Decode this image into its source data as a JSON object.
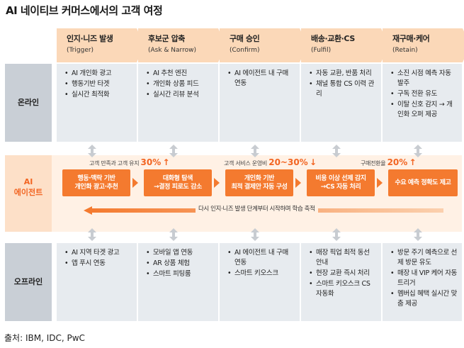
{
  "title": "AI 네이티브 커머스에서의 고객 여정",
  "stages": [
    {
      "title": "인지·니즈 발생",
      "sub": "(Trigger)"
    },
    {
      "title": "후보군 압축",
      "sub": "(Ask & Narrow)"
    },
    {
      "title": "구매 승인",
      "sub": "(Confirm)"
    },
    {
      "title": "배송·교환·CS",
      "sub": "(Fulfil)"
    },
    {
      "title": "재구매·케어",
      "sub": "(Retain)"
    }
  ],
  "rows": {
    "online_label": "온라인",
    "ai_label_line1": "AI",
    "ai_label_line2": "에이전트",
    "offline_label": "오프라인"
  },
  "online": [
    [
      "AI 개인화 광고",
      "행동기반 타겟",
      "실시간 최적화"
    ],
    [
      "AI 추천 엔진",
      "개인화 상품 피드",
      "실시간 리뷰 분석"
    ],
    [
      "AI 에이전트 내 구매 연동"
    ],
    [
      "자동 교환, 반품 처리",
      "채널 통합 CS 이력 관리"
    ],
    [
      "소진 시점 예측 자동 발주",
      "구독 전환 유도",
      "이탈 신호 감지 → 개인화 오퍼 제공"
    ]
  ],
  "offline": [
    [
      "AI 지역 타겟 광고",
      "앱 푸시 연동"
    ],
    [
      "모바일 앱 연동",
      "AR 상품 체험",
      "스마트 피팅룸"
    ],
    [
      "AI 에이전트 내 구매 연동",
      "스마트 키오스크"
    ],
    [
      "매장 픽업 최적 동선 안내",
      "현장 교환 즉시 처리",
      "스마트 키오스크 CS 자동화"
    ],
    [
      "방문 주기 예측으로 선제 방문 유도",
      "매장 내 VIP 케어 자동 트리거",
      "멤버십 혜택 실시간 맞춤 제공"
    ]
  ],
  "metrics": [
    {
      "label": "고객 만족과 고객 유지",
      "value": "30%",
      "dir": "↑"
    },
    {
      "label": "고객 서비스 운영비",
      "value": "20~30%",
      "dir": "↓"
    },
    {
      "label": "구매전환율",
      "value": "20%",
      "dir": "↑"
    }
  ],
  "ai_steps": [
    {
      "line1": "행동·맥락 기반",
      "line2": "개인화 광고·추천"
    },
    {
      "line1": "대화형 탐색",
      "line2": "→결정 피로도 감소"
    },
    {
      "line1": "개인화 기반",
      "line2": "최적 결제안 자동 구성"
    },
    {
      "line1": "비용 이상 선제 감지",
      "line2": "→CS 자동 처리"
    },
    {
      "line1": "수요 예측 정확도 제고",
      "line2": ""
    }
  ],
  "loop_text": "다시 인지·니즈 발생 단계부터 시작하며 학습 축적",
  "source": "출처: IBM, IDC, PwC",
  "colors": {
    "accent": "#f47a2f",
    "header": "#fbd8b8",
    "ai_band": "#fff1e5",
    "cell": "#e7ebef",
    "row_label": "#c9cfd6",
    "connector": "#c8ccd1"
  }
}
